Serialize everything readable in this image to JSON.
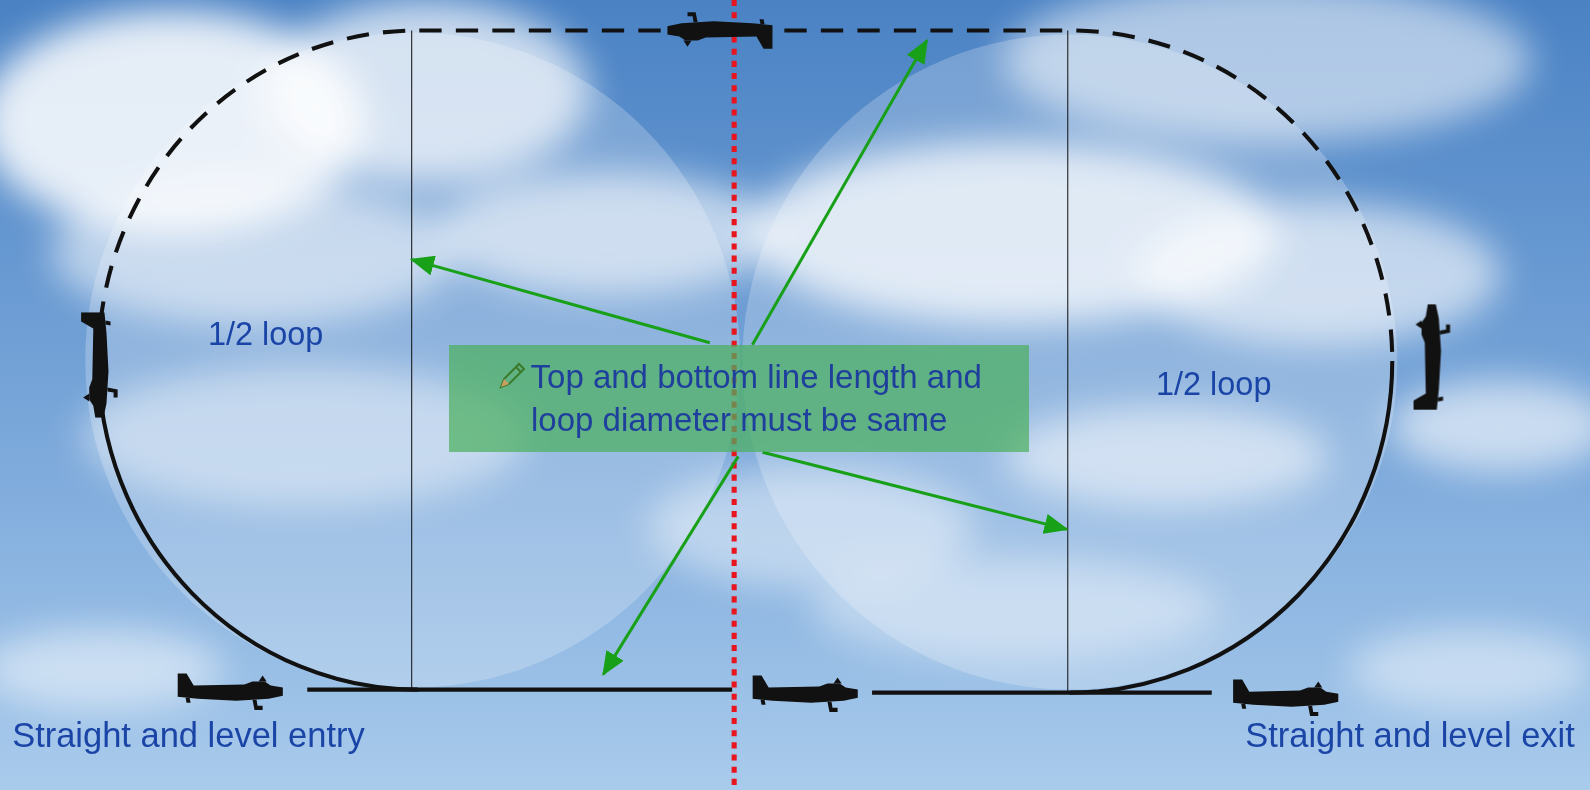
{
  "diagram": {
    "nodes": [
      {
        "text": [
          "Top and bottom line length and loop diameter must be same"
        ]
      }
    ],
    "labels": [
      "1/2 loop",
      "1/2 loop",
      "Straight and level entry",
      "Straight and level exit"
    ]
  }
}
